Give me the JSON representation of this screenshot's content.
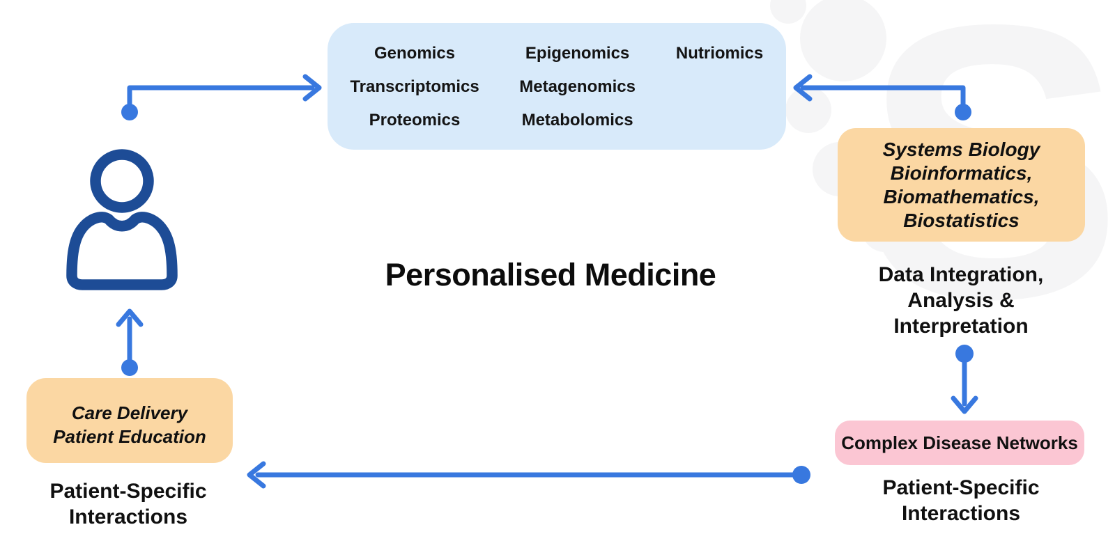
{
  "title": "Personalised Medicine",
  "colors": {
    "accent_blue": "#3878df",
    "navy": "#1d4c96",
    "omics_bg": "#d8eafa",
    "panel_orange": "#fbd7a3",
    "panel_pink": "#fbc6d3",
    "watermark_gray": "#f5f5f6",
    "text_dark": "#141414"
  },
  "watermark": {
    "letter": "S"
  },
  "icons": {
    "person": "person-icon",
    "arrows": [
      "arrow-patient-to-omics",
      "arrow-systems-to-omics",
      "arrow-data-to-complex",
      "arrow-complex-to-care",
      "arrow-care-to-patient"
    ]
  },
  "omics_box": {
    "rows": [
      [
        "Genomics",
        "Epigenomics",
        "Nutriomics"
      ],
      [
        "Transcriptomics",
        "Metagenomics"
      ],
      [
        "Proteomics",
        "Metabolomics"
      ]
    ]
  },
  "systems_box": {
    "lines": [
      "Systems Biology",
      "Bioinformatics,",
      "Biomathematics,",
      "Biostatistics"
    ]
  },
  "data_integration": {
    "lines": [
      "Data Integration,",
      "Analysis &",
      "Interpretation"
    ]
  },
  "complex_box": {
    "label": "Complex Disease Networks"
  },
  "right_label": {
    "lines": [
      "Patient-Specific",
      "Interactions"
    ]
  },
  "care_box": {
    "lines": [
      "Care Delivery",
      "Patient Education"
    ]
  },
  "left_label": {
    "lines": [
      "Patient-Specific",
      "Interactions"
    ]
  }
}
